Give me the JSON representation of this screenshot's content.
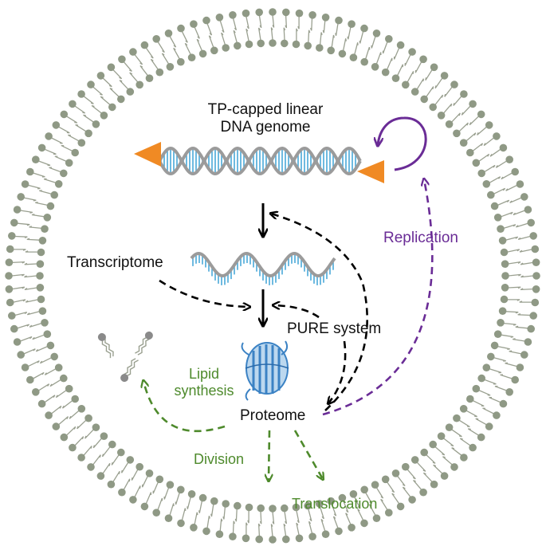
{
  "labels": {
    "genome_line1": "TP-capped linear",
    "genome_line2": "DNA genome",
    "transcriptome": "Transcriptome",
    "pure_system": "PURE system",
    "proteome": "Proteome",
    "replication": "Replication",
    "lipid_line1": "Lipid",
    "lipid_line2": "synthesis",
    "division": "Division",
    "translocation": "Translocation"
  },
  "colors": {
    "membrane_head": "#8f9985",
    "membrane_tail": "#9aa090",
    "dna_backbone": "#9b9b9b",
    "dna_rungs": "#4aa8d8",
    "terminal_protein": "#f08a24",
    "black_arrow": "#000000",
    "replication_purple": "#6a2c96",
    "green_arrow": "#4e8a2c",
    "protein_blue": "#3b82c4"
  },
  "icons": {
    "terminal_protein": "orange-triangle-icon",
    "protein": "beta-barrel-protein-icon",
    "lipid": "lipid-molecule-icon"
  }
}
